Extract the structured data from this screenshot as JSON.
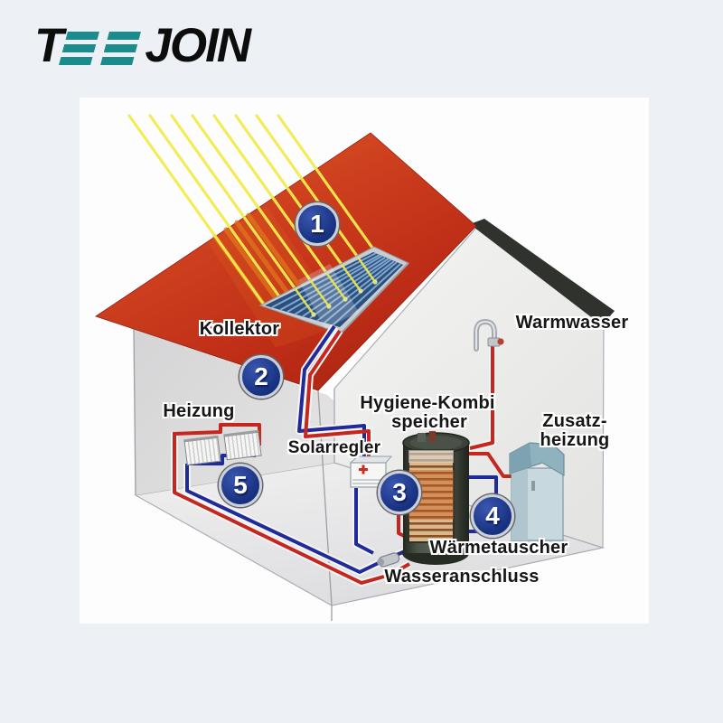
{
  "logo": {
    "prefix": "T",
    "suffix": "JOIN",
    "teal": "#1b8b8c",
    "black": "#0d0d0d"
  },
  "labels": {
    "kollektor": "Kollektor",
    "warmwasser": "Warmwasser",
    "heizung": "Heizung",
    "speicher_l1": "Hygiene-Kombi",
    "speicher_l2": "speicher",
    "zusatz_l1": "Zusatz-",
    "zusatz_l2": "heizung",
    "solarregler": "Solarregler",
    "waermetauscher": "Wärmetauscher",
    "wasseranschluss": "Wasseranschluss"
  },
  "markers": [
    "1",
    "2",
    "3",
    "4",
    "5"
  ],
  "colors": {
    "page_bg": "#edf0f5",
    "panel_bg": "#fdfdfd",
    "roof_red": "#c43a1e",
    "roof_edge_dark": "#30332d",
    "pipe_red": "#c5271f",
    "pipe_blue": "#202b9b",
    "marker_blue": "#1c3a94",
    "sun_ray_yellow": "#f3ec4f",
    "collector_blue": "#2c4f7e",
    "tank_dark": "#3a4037",
    "zusatz_body": "#c7d9df"
  }
}
